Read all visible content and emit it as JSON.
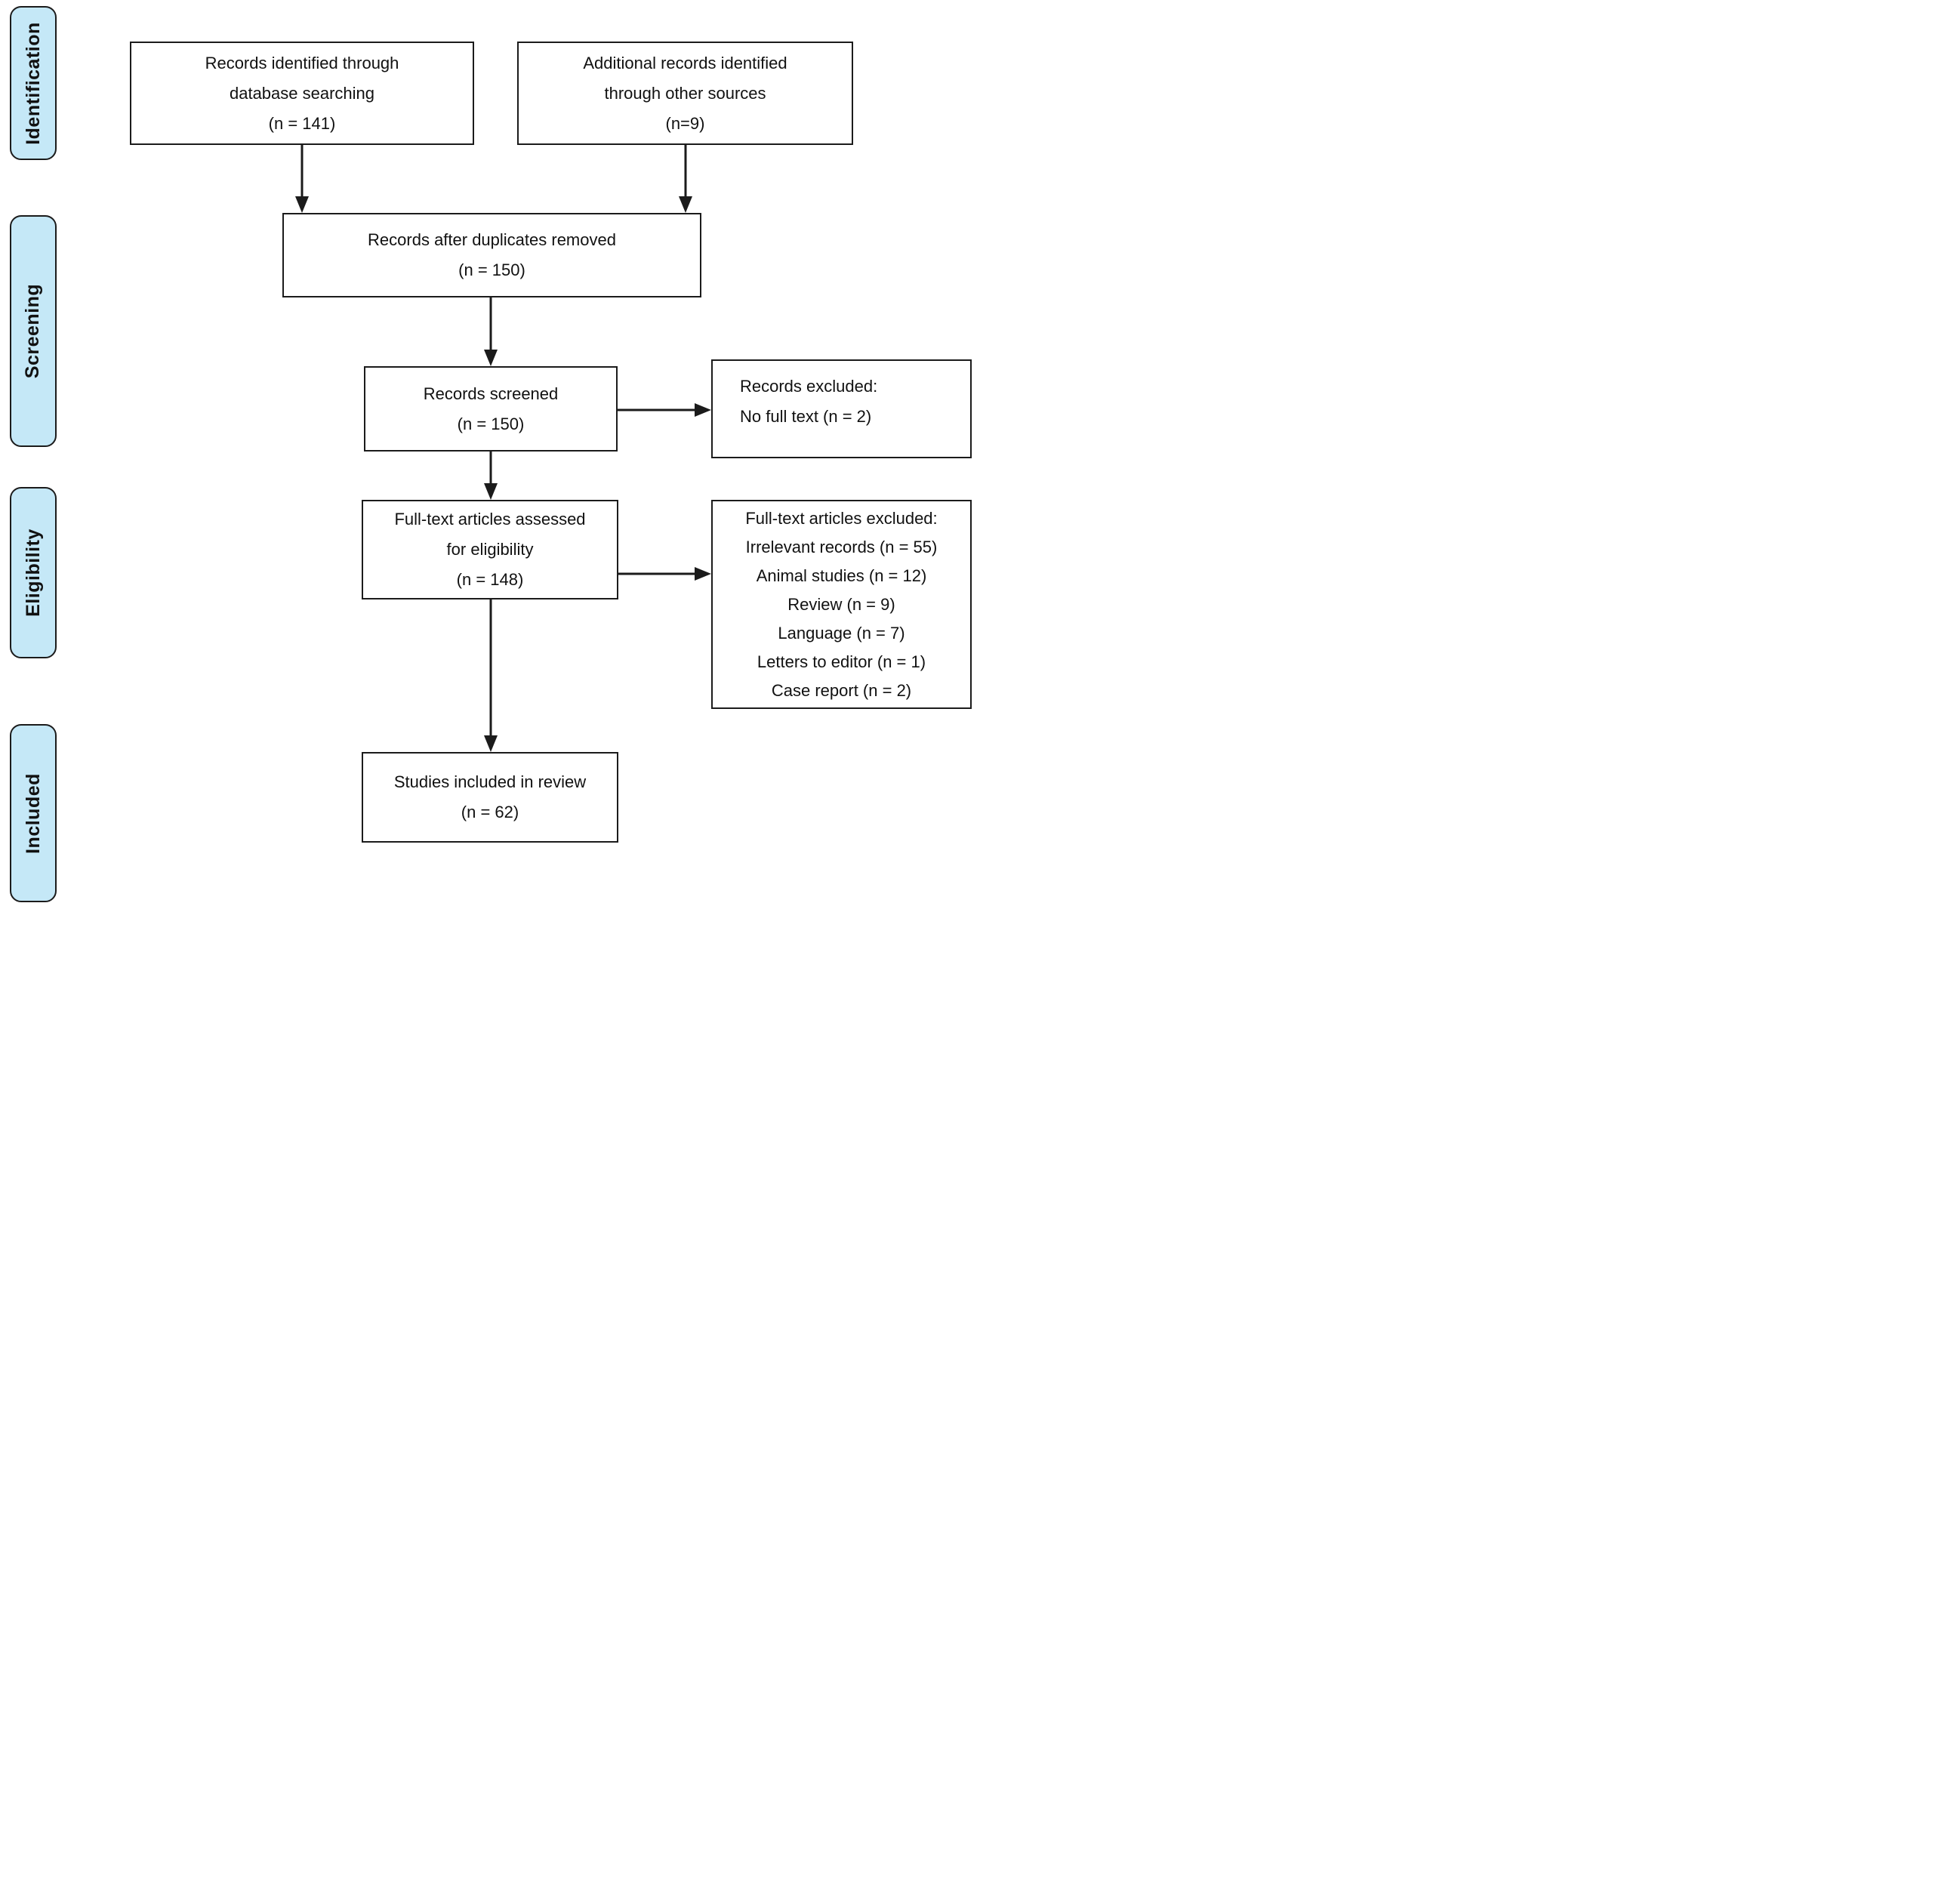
{
  "diagram": {
    "type": "prisma-flowchart",
    "stages": [
      {
        "id": "identification",
        "label": "Identification"
      },
      {
        "id": "screening",
        "label": "Screening"
      },
      {
        "id": "eligibility",
        "label": "Eligibility"
      },
      {
        "id": "included",
        "label": "Included"
      }
    ],
    "boxes": {
      "db_search": {
        "lines": [
          "Records identified through",
          "database searching",
          "(n = 141)"
        ]
      },
      "other_sources": {
        "lines": [
          "Additional records identified",
          "through other sources",
          "(n=9)"
        ]
      },
      "after_duplicates": {
        "lines": [
          "Records after duplicates removed",
          "(n = 150)"
        ]
      },
      "screened": {
        "lines": [
          "Records screened",
          "(n = 150)"
        ]
      },
      "records_excluded": {
        "lines": [
          "Records excluded:",
          "No full text (n = 2)"
        ]
      },
      "fulltext_assessed": {
        "lines": [
          "Full-text articles assessed",
          "for eligibility",
          "(n = 148)"
        ]
      },
      "fulltext_excluded": {
        "lines": [
          "Full-text articles excluded:",
          "Irrelevant records (n = 55)",
          "Animal studies (n = 12)",
          "Review (n = 9)",
          "Language (n = 7)",
          "Letters to editor (n = 1)",
          "Case report (n = 2)"
        ]
      },
      "included_review": {
        "lines": [
          "Studies included in review",
          "(n = 62)"
        ]
      }
    },
    "counts": {
      "identified_database": 141,
      "identified_other": 9,
      "after_duplicates": 150,
      "screened": 150,
      "records_excluded_no_full_text": 2,
      "fulltext_assessed": 148,
      "excluded_irrelevant": 55,
      "excluded_animal": 12,
      "excluded_review": 9,
      "excluded_language": 7,
      "excluded_letters": 1,
      "excluded_case_report": 2,
      "included_in_review": 62
    },
    "colors": {
      "stage_fill": "#C5E8F7",
      "line": "#1b1b1b",
      "box_fill": "#ffffff"
    }
  }
}
